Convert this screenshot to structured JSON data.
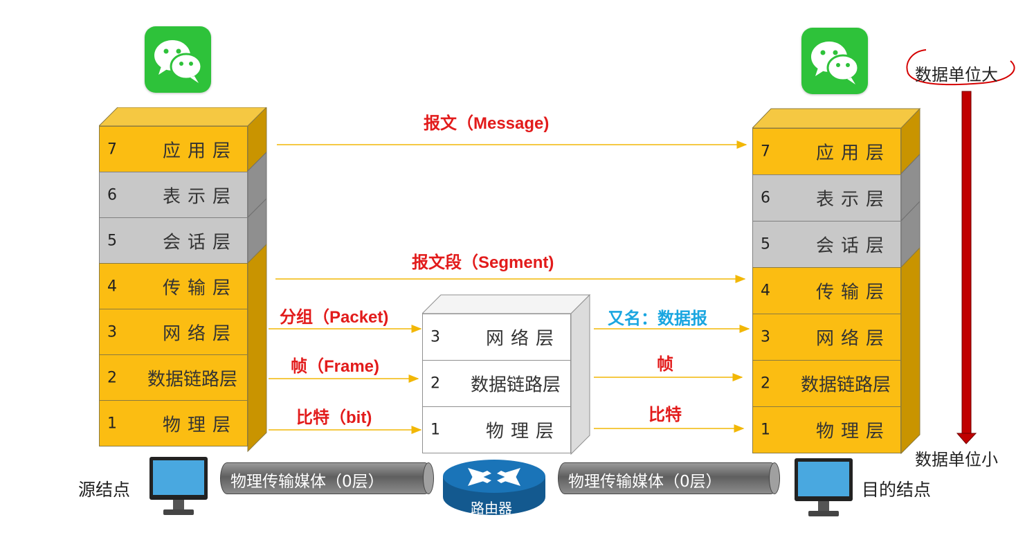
{
  "arrows_labels": {
    "message": "报文（Message)",
    "segment": "报文段（Segment)",
    "packet": "分组（Packet)",
    "frame": "帧（Frame)",
    "bit": "比特（bit)",
    "alias": "又名：数据报",
    "frame_right": "帧",
    "bit_right": "比特"
  },
  "left_stack": [
    {
      "num": "7",
      "name": "应用层",
      "color": "gold"
    },
    {
      "num": "6",
      "name": "表示层",
      "color": "gray"
    },
    {
      "num": "5",
      "name": "会话层",
      "color": "gray"
    },
    {
      "num": "4",
      "name": "传输层",
      "color": "gold"
    },
    {
      "num": "3",
      "name": "网络层",
      "color": "gold"
    },
    {
      "num": "2",
      "name": "数据链路层",
      "color": "gold"
    },
    {
      "num": "1",
      "name": "物理层",
      "color": "gold"
    }
  ],
  "right_stack": [
    {
      "num": "7",
      "name": "应用层",
      "color": "gold"
    },
    {
      "num": "6",
      "name": "表示层",
      "color": "gray"
    },
    {
      "num": "5",
      "name": "会话层",
      "color": "gray"
    },
    {
      "num": "4",
      "name": "传输层",
      "color": "gold"
    },
    {
      "num": "3",
      "name": "网络层",
      "color": "gold"
    },
    {
      "num": "2",
      "name": "数据链路层",
      "color": "gold"
    },
    {
      "num": "1",
      "name": "物理层",
      "color": "gold"
    }
  ],
  "router_stack": [
    {
      "num": "3",
      "name": "网络层"
    },
    {
      "num": "2",
      "name": "数据链路层"
    },
    {
      "num": "1",
      "name": "物理层"
    }
  ],
  "nodes": {
    "source": "源结点",
    "destination": "目的结点",
    "router": "路由器"
  },
  "media": {
    "left": "物理传输媒体（0层）",
    "right": "物理传输媒体（0层）"
  },
  "scale": {
    "top": "数据单位大",
    "bottom": "数据单位小"
  },
  "colors": {
    "gold": "#fbbd12",
    "gray": "#c8c8c8",
    "label_red": "#e21b1b",
    "label_blue": "#1aa6e0",
    "arrow_yellow": "#f2b705",
    "scale_arrow": "#c00000"
  }
}
